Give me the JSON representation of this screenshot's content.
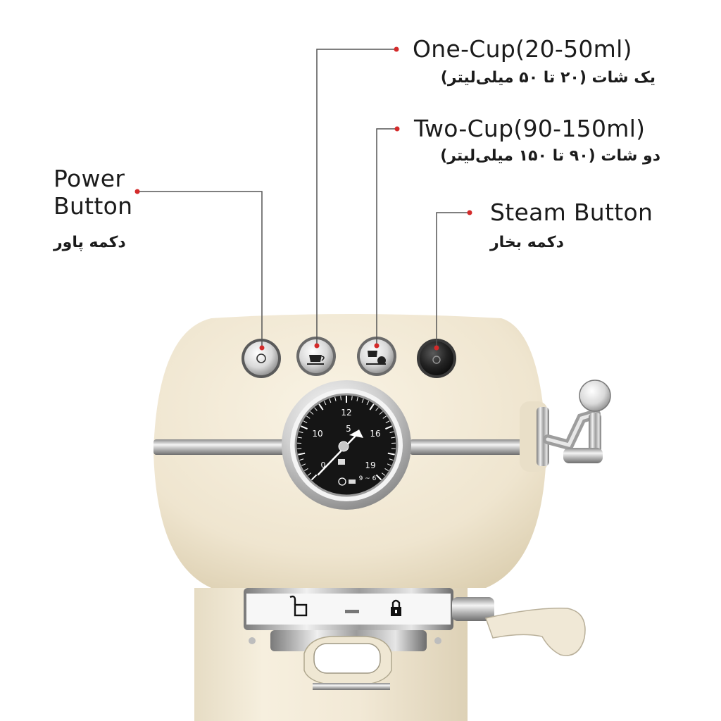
{
  "callouts": {
    "one_cup": {
      "en": "One-Cup(20-50ml)",
      "fa": "یک شات (۲۰ تا ۵۰ میلی‌لیتر)"
    },
    "two_cup": {
      "en": "Two-Cup(90-150ml)",
      "fa": "دو شات (۹۰ تا ۱۵۰ میلی‌لیتر)"
    },
    "power": {
      "en_line1": "Power",
      "en_line2": "Button",
      "fa": "دکمه پاور"
    },
    "steam": {
      "en": "Steam Button",
      "fa": "دکمه بخار"
    }
  },
  "gauge": {
    "labels": [
      "12",
      "10",
      "16",
      "19",
      "5",
      "9 ~ 6",
      "0"
    ]
  },
  "colors": {
    "body_cream": "#f0e8d6",
    "chrome": "#c9c9c9",
    "leader_line": "#555555",
    "leader_dot": "#d42a2a",
    "gauge_face": "#151515"
  },
  "icons": {
    "power_button": "power-icon",
    "one_cup_button": "single-cup-icon",
    "two_cup_button": "double-cup-icon",
    "steam_button": "steam-dot-icon",
    "unlock": "unlock-icon",
    "lock": "lock-icon"
  }
}
